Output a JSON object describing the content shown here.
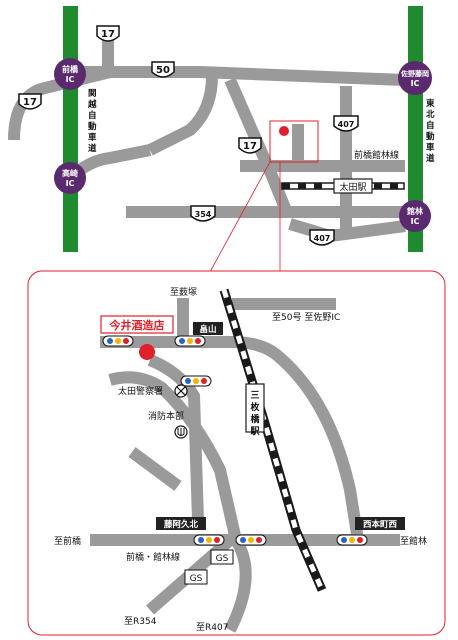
{
  "colors": {
    "road": "#9a9a9a",
    "expressway": "#1f8a2e",
    "ic_badge": "#5b2a6e",
    "frame": "#e0202a",
    "pin": "#e0202a",
    "dark_label": "#222222",
    "rail_dark": "#1a1a1a"
  },
  "overview": {
    "ic": {
      "maebashi": "前橋\nIC",
      "takasaki": "高崎\nIC",
      "sano": "佐野藤岡\nIC",
      "tatebayashi": "館林\nIC"
    },
    "expressway_west": "関越自動車道",
    "expressway_east": "東北自動車道",
    "routes": {
      "r17": "17",
      "r50": "50",
      "r407": "407",
      "r354": "354"
    },
    "line_label": "前橋館林線",
    "station": "太田駅"
  },
  "detail": {
    "shop_name": "今井酒造店",
    "dir_yabuzuka": "至薮塚",
    "dir_r50_sano": "至50号 至佐野IC",
    "hatayama": "畠山",
    "police": "太田警察署",
    "fire": "消防本部",
    "station_line": "三枚橋駅",
    "fujiokukita": "藤阿久北",
    "nishihoncho": "西本町西",
    "dir_maebashi": "至前橋",
    "dir_tatebayashi": "至館林",
    "line_label": "前橋・館林線",
    "gs": "GS",
    "dir_r354": "至R354",
    "dir_r407": "至R407"
  }
}
